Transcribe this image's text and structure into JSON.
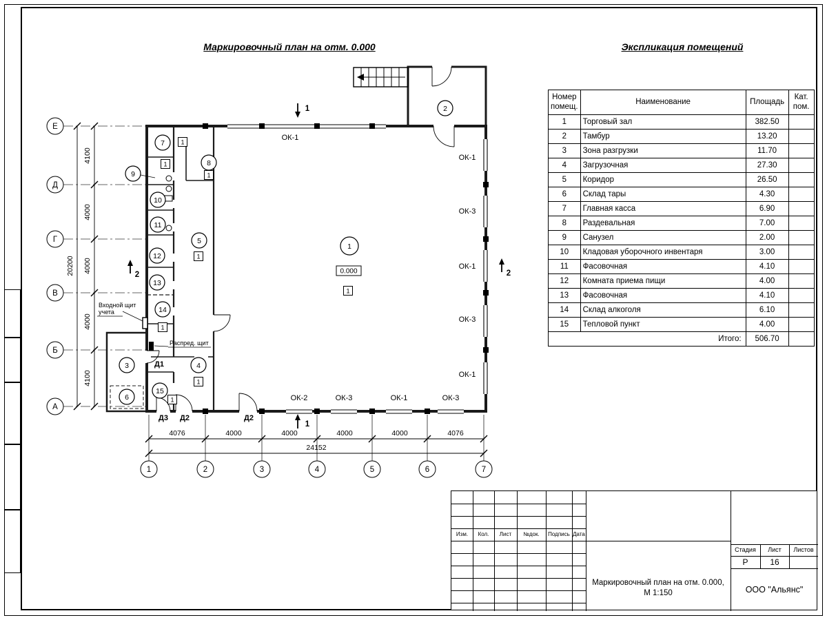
{
  "page": {
    "plan_title": "Маркировочный план на отм. 0.000",
    "schedule_title": "Экспликация помещений"
  },
  "schedule": {
    "header": {
      "number": "Номер помещ.",
      "name": "Наименование",
      "area": "Площадь",
      "category": "Кат. пом."
    },
    "rows": [
      {
        "n": "1",
        "name": "Торговый зал",
        "area": "382.50"
      },
      {
        "n": "2",
        "name": "Тамбур",
        "area": "13.20"
      },
      {
        "n": "3",
        "name": "Зона разгрузки",
        "area": "11.70"
      },
      {
        "n": "4",
        "name": "Загрузочная",
        "area": "27.30"
      },
      {
        "n": "5",
        "name": "Коридор",
        "area": "26.50"
      },
      {
        "n": "6",
        "name": "Склад тары",
        "area": "4.30"
      },
      {
        "n": "7",
        "name": "Главная касса",
        "area": "6.90"
      },
      {
        "n": "8",
        "name": "Раздевальная",
        "area": "7.00"
      },
      {
        "n": "9",
        "name": "Санузел",
        "area": "2.00"
      },
      {
        "n": "10",
        "name": "Кладовая уборочного инвентаря",
        "area": "3.00"
      },
      {
        "n": "11",
        "name": "Фасовочная",
        "area": "4.10"
      },
      {
        "n": "12",
        "name": "Комната приема пищи",
        "area": "4.00"
      },
      {
        "n": "13",
        "name": "Фасовочная",
        "area": "4.10"
      },
      {
        "n": "14",
        "name": "Склад алкоголя",
        "area": "6.10"
      },
      {
        "n": "15",
        "name": "Тепловой пункт",
        "area": "4.00"
      }
    ],
    "total_label": "Итого:",
    "total_value": "506.70"
  },
  "plan": {
    "rooms": [
      "1",
      "2",
      "3",
      "4",
      "5",
      "6",
      "7",
      "8",
      "9",
      "10",
      "11",
      "12",
      "13",
      "14",
      "15"
    ],
    "elevation": "0.000",
    "floor_marker": "1",
    "entry_board_line1": "Входной щит",
    "entry_board_line2": "учета",
    "dist_board": "Распред. щит",
    "window_labels": {
      "top": "ОК-1",
      "right": [
        "ОК-1",
        "ОК-3",
        "ОК-1",
        "ОК-3",
        "ОК-1"
      ],
      "bottom": [
        "ОК-2",
        "ОК-3",
        "ОК-1",
        "ОК-3"
      ]
    },
    "door_labels": [
      "Д1",
      "Д3",
      "Д2",
      "Д2"
    ],
    "sections": {
      "one": "1",
      "two": "2"
    },
    "axes": {
      "vertical_letters": [
        "Е",
        "Д",
        "Г",
        "В",
        "Б",
        "А"
      ],
      "horizontal_numbers": [
        "1",
        "2",
        "3",
        "4",
        "5",
        "6",
        "7"
      ]
    },
    "dimensions": {
      "left": [
        "4100",
        "4000",
        "4000",
        "4000",
        "4100"
      ],
      "left_total": "20200",
      "bottom": [
        "4076",
        "4000",
        "4000",
        "4000",
        "4000",
        "4076"
      ],
      "bottom_total": "24152"
    }
  },
  "titleblock": {
    "columns": [
      "Изм.",
      "Кол.",
      "Лист",
      "№док.",
      "Подпись",
      "Дата"
    ],
    "doc_title_line1": "Маркировочный план на отм. 0.000,",
    "doc_title_line2": "М 1:150",
    "company": "ООО \"Альянс\"",
    "stage_header": [
      "Стадия",
      "Лист",
      "Листов"
    ],
    "stage_value": "Р",
    "sheet_value": "16"
  }
}
